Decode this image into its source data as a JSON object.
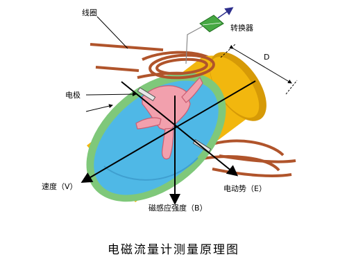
{
  "labels": {
    "coil": "线圈",
    "converter": "转换器",
    "electrode": "电极",
    "diameter": "D",
    "velocity": "速度（V）",
    "emf": "电动势（E）",
    "flux_density": "磁感应强度（B）"
  },
  "caption": "电磁流量计测量原理图",
  "colors": {
    "pipe_outer": "#f2b70e",
    "pipe_shadow": "#d69a07",
    "lining": "#7fc87a",
    "fluid": "#4fb8e6",
    "coil": "#b0542b",
    "hand": "#f2a0ad",
    "converter": "#46a843",
    "arrow_blue": "#2d2e8c"
  }
}
